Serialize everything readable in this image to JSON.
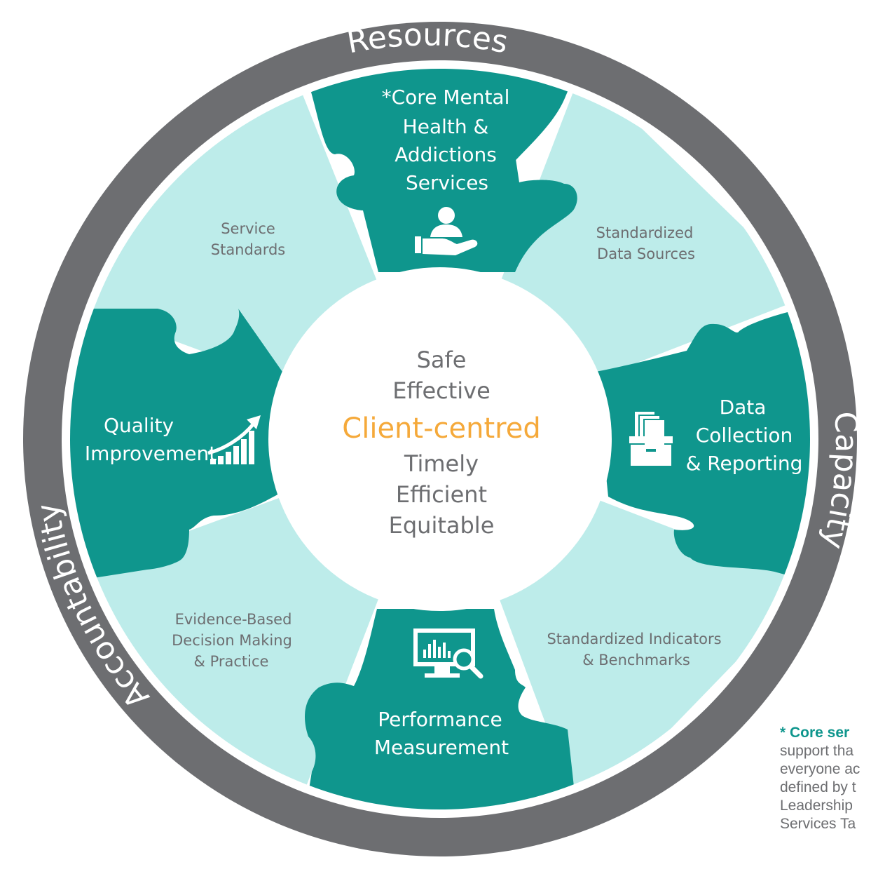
{
  "ring": {
    "top_label": "Resources",
    "right_label": "Capacity",
    "left_label": "Accountability"
  },
  "center": {
    "line1": "Safe",
    "line2": "Effective",
    "highlight": "Client-centred",
    "line4": "Timely",
    "line5": "Efficient",
    "line6": "Equitable"
  },
  "pieces": {
    "core_services": [
      "*Core Mental",
      "Health &",
      "Addictions",
      "Services"
    ],
    "standardized_data_sources": [
      "Standardized",
      "Data Sources"
    ],
    "data_collection": [
      "Data",
      "Collection",
      "& Reporting"
    ],
    "standardized_indicators": [
      "Standardized Indicators",
      "& Benchmarks"
    ],
    "performance_measurement": [
      "Performance",
      "Measurement"
    ],
    "evidence_based": [
      "Evidence-Based",
      "Decision Making",
      "& Practice"
    ],
    "quality_improvement": [
      "Quality",
      "Improvement"
    ],
    "service_standards": [
      "Service",
      "Standards"
    ]
  },
  "icons": {
    "core_services": "person-hand-icon",
    "data_collection": "file-box-icon",
    "performance_measurement": "monitor-chart-icon",
    "quality_improvement": "growth-chart-icon"
  },
  "footnote": {
    "title": "* Core ser",
    "lines": [
      "support tha",
      "everyone ac",
      "defined by t",
      "Leadership",
      "Services Ta"
    ]
  },
  "colors": {
    "ring": "#6d6e71",
    "dark_teal": "#0f968d",
    "light_teal": "#bdecea",
    "highlight": "#f5a93a",
    "center_text": "#6d6e71"
  }
}
